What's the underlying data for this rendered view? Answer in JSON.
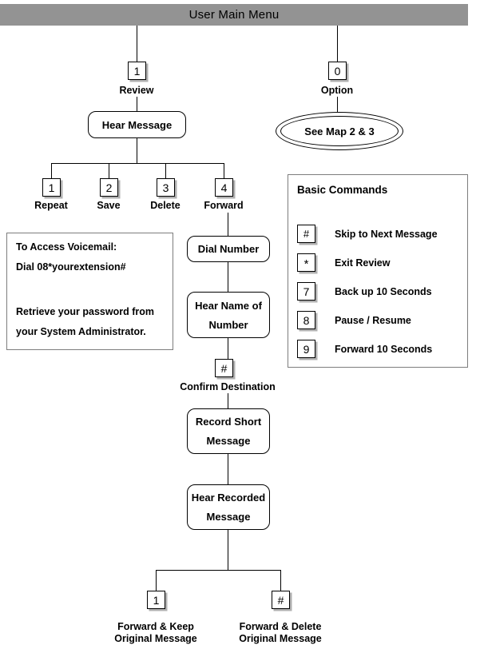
{
  "header": {
    "title": "User Main Menu"
  },
  "main_branches": [
    {
      "key": "1",
      "label": "Review"
    },
    {
      "key": "0",
      "label": "Option"
    }
  ],
  "nodes": {
    "hear_message": "Hear Message",
    "see_map": "See Map 2 & 3",
    "dial_number": "Dial Number",
    "hear_name_of_number_line1": "Hear Name of",
    "hear_name_of_number_line2": "Number",
    "record_short_message_line1": "Record Short",
    "record_short_message_line2": "Message",
    "hear_recorded_message_line1": "Hear Recorded",
    "hear_recorded_message_line2": "Message"
  },
  "review_options": [
    {
      "key": "1",
      "label": "Repeat"
    },
    {
      "key": "2",
      "label": "Save"
    },
    {
      "key": "3",
      "label": "Delete"
    },
    {
      "key": "4",
      "label": "Forward"
    }
  ],
  "confirm": {
    "key": "#",
    "label": "Confirm Destination"
  },
  "forward_outcomes": [
    {
      "key": "1",
      "label_line1": "Forward & Keep",
      "label_line2": "Original Message"
    },
    {
      "key": "#",
      "label_line1": "Forward & Delete",
      "label_line2": "Original Message"
    }
  ],
  "voicemail_info": {
    "line1": "To Access Voicemail:",
    "line2": "Dial 08*yourextension#",
    "line3": "Retrieve your password from",
    "line4": "your System Administrator."
  },
  "basic_commands": {
    "title": "Basic Commands",
    "rows": [
      {
        "key": "#",
        "text": "Skip to Next Message"
      },
      {
        "key": "*",
        "text": "Exit Review"
      },
      {
        "key": "7",
        "text": "Back up 10 Seconds"
      },
      {
        "key": "8",
        "text": "Pause / Resume"
      },
      {
        "key": "9",
        "text": "Forward 10 Seconds"
      }
    ]
  },
  "colors": {
    "header_bar": "#939393",
    "line": "#000000",
    "key_shadow": "#b0b0b0",
    "panel_border": "#7d7d7d"
  }
}
